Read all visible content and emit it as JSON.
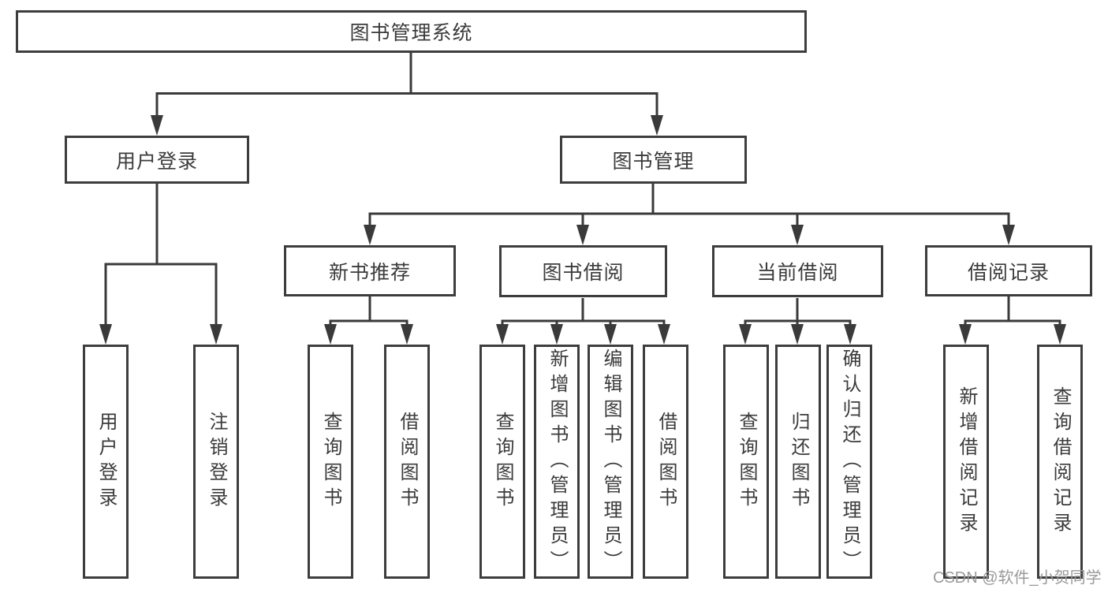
{
  "diagram_type": "hierarchy-tree",
  "watermark": "CSDN @软件_小贺同学",
  "colors": {
    "background": "#ffffff",
    "box_border": "#3d3d3d",
    "connector_line": "#3a3a3a",
    "text": "#3b3b3b",
    "watermark_text": "#9a9a9a"
  },
  "tree": {
    "label": "图书管理系统",
    "children": [
      {
        "label": "用户登录",
        "children": [
          {
            "label": "用户登录"
          },
          {
            "label": "注销登录"
          }
        ]
      },
      {
        "label": "图书管理",
        "children": [
          {
            "label": "新书推荐",
            "children": [
              {
                "label": "查询图书"
              },
              {
                "label": "借阅图书"
              }
            ]
          },
          {
            "label": "图书借阅",
            "children": [
              {
                "label": "查询图书"
              },
              {
                "label": "新增图书（管理员）"
              },
              {
                "label": "编辑图书（管理员）"
              },
              {
                "label": "借阅图书"
              }
            ]
          },
          {
            "label": "当前借阅",
            "children": [
              {
                "label": "查询图书"
              },
              {
                "label": "归还图书"
              },
              {
                "label": "确认归还（管理员）"
              }
            ]
          },
          {
            "label": "借阅记录",
            "children": [
              {
                "label": "新增借阅记录"
              },
              {
                "label": "查询借阅记录"
              }
            ]
          }
        ]
      }
    ]
  }
}
